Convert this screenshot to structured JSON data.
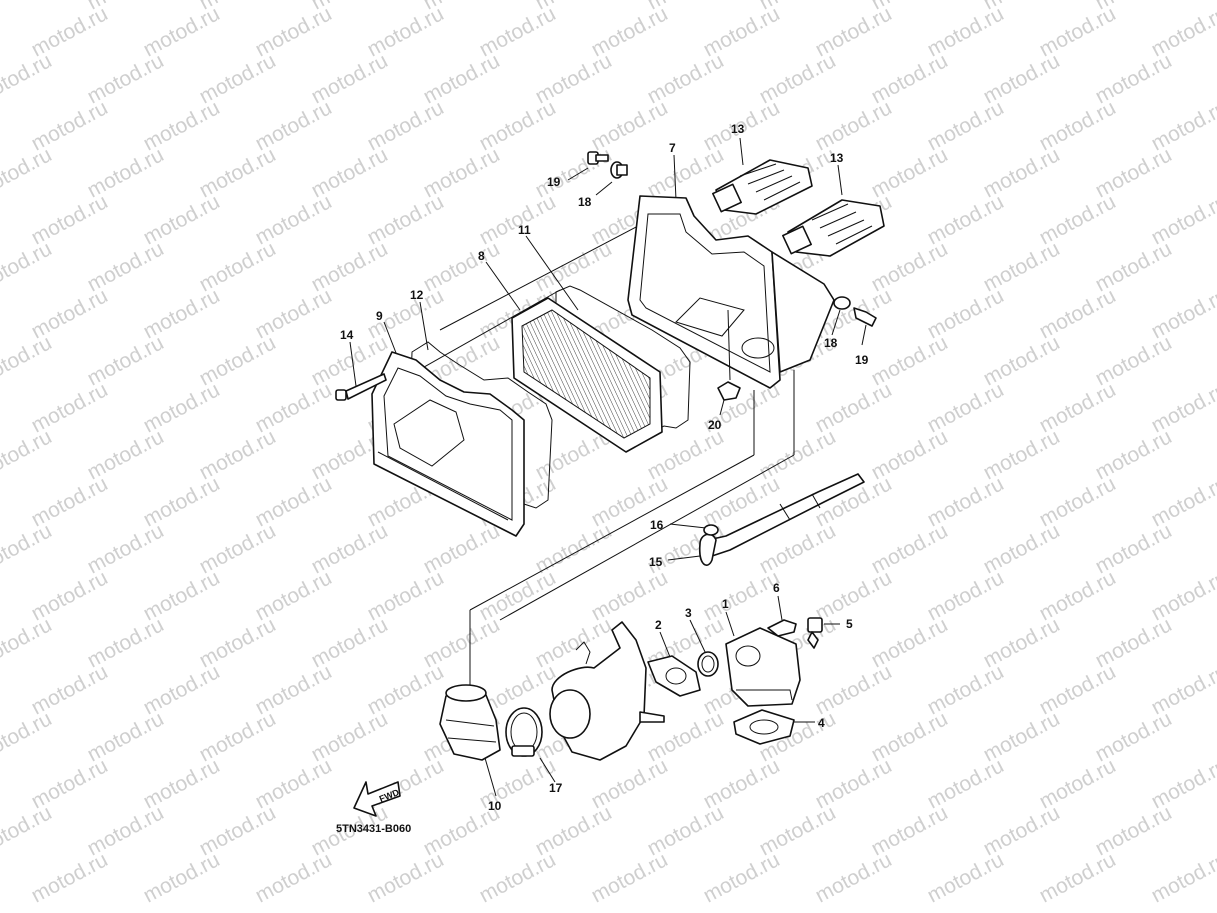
{
  "watermark": {
    "text": "motod.ru",
    "color": "#cfcfcf"
  },
  "diagram_code": "5TN3431-B060",
  "fwd_label": "FWD",
  "callouts": {
    "c1": "1",
    "c2": "2",
    "c3": "3",
    "c4": "4",
    "c5": "5",
    "c6": "6",
    "c7": "7",
    "c8": "8",
    "c9": "9",
    "c10": "10",
    "c11": "11",
    "c12": "12",
    "c13a": "13",
    "c13b": "13",
    "c14": "14",
    "c15": "15",
    "c16": "16",
    "c17": "17",
    "c18a": "18",
    "c18b": "18",
    "c19a": "19",
    "c19b": "19",
    "c20": "20"
  }
}
